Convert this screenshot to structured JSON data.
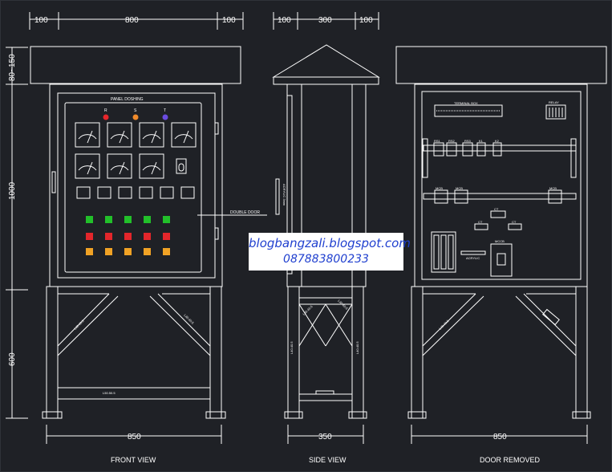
{
  "dimensions": {
    "front_top_left": "100",
    "front_top_mid": "800",
    "front_top_right": "100",
    "side_top_left": "100",
    "side_top_mid": "300",
    "side_top_right": "100",
    "roof_height": "80~150",
    "body_height": "1000",
    "leg_height": "600",
    "front_bottom": "850",
    "side_bottom": "350",
    "rear_bottom": "850"
  },
  "front": {
    "panel_title": "PANEL DOSHING",
    "lamp_r": "R",
    "lamp_s": "S",
    "lamp_t": "T",
    "door_label": "DOUBLE DOOR",
    "leg_label_left": "L40.40.5",
    "leg_label_right": "L40.40.5",
    "base_label": "L50.50.5"
  },
  "side": {
    "acrylic_label": "ACRYLIC 3mm",
    "leg_label_left": "L40.40.5",
    "leg_label_right": "L40.40.5",
    "brace_label_left": "L40.40.5",
    "brace_label_right": "L40.40.5"
  },
  "rear": {
    "terminal_box": "TERMINAL BOX",
    "relay": "RELAY",
    "rs1": "RS1",
    "rs2": "RS2",
    "rs3": "RS3",
    "k1": "K1",
    "k2": "K2",
    "mcb1": "MCB",
    "mcb2": "MCB",
    "mcb3": "MCB",
    "mccb": "MCCB",
    "ct1": "CT",
    "ct2": "CT",
    "ct3": "CT",
    "acrylic": "ACRYLIC",
    "leg_label": "L40.40.5"
  },
  "captions": {
    "front": "FRONT VIEW",
    "side": "SIDE VIEW",
    "rear": "DOOR REMOVED"
  },
  "watermark": {
    "site": "blogbangzali.blogspot.com",
    "phone": "087883800233"
  },
  "colors": {
    "background": "#1f2126",
    "line": "#ffffff",
    "lamp_red": "#e8262b",
    "lamp_orange": "#f08a2a",
    "lamp_blue": "#6a4be0",
    "button_green": "#22c02a",
    "button_red": "#e3262b",
    "button_orange": "#f0a225",
    "watermark_text": "#1f3fcf"
  }
}
